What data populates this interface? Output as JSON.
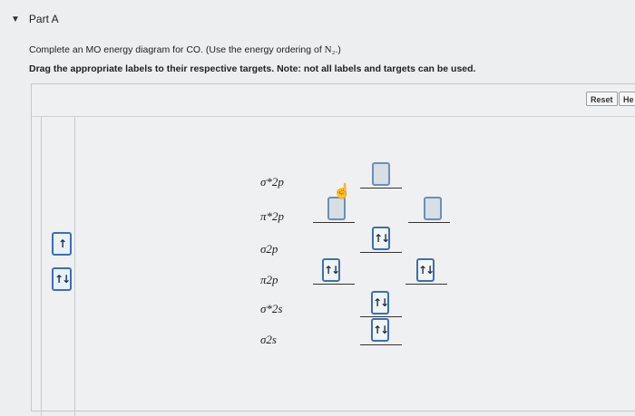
{
  "part": {
    "title": "Part A"
  },
  "question": {
    "line1_prefix": "Complete an MO energy diagram for CO. (Use the energy ordering of ",
    "molecule": "N₂",
    "line1_suffix": ".)",
    "line2": "Drag the appropriate labels to their respective targets. Note: not all labels and targets can be used."
  },
  "toolbar": {
    "reset_label": "Reset",
    "help_label": "He"
  },
  "palette": {
    "single_up": "↑",
    "pair": "↑↓"
  },
  "orbitals": {
    "sigma_star_2p": "σ*2p",
    "pi_star_2p": "π*2p",
    "sigma_2p": "σ2p",
    "pi_2p": "π2p",
    "sigma_star_2s": "σ*2s",
    "sigma_2s": "σ2s"
  },
  "placed": {
    "pair": "↑↓"
  },
  "colors": {
    "accent": "#3f6fb0",
    "background": "#eceef0"
  }
}
